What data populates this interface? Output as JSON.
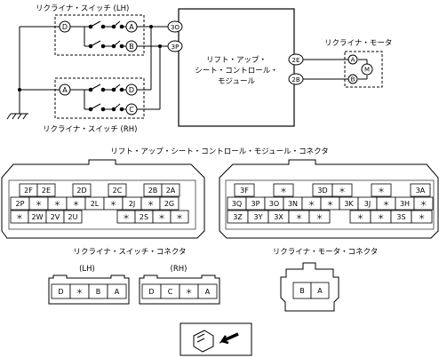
{
  "schematic": {
    "lh_switch_title": "リクライナ・スイッチ (LH)",
    "rh_switch_title": "リクライナ・スイッチ (RH)",
    "lh_pins": [
      "D",
      "A",
      "B"
    ],
    "rh_pins": [
      "A",
      "D",
      "C"
    ],
    "module_label_lines": [
      "リフト・アップ・",
      "シート・コントロール・",
      "モジュール"
    ],
    "module_pins_left": [
      "3O",
      "3P"
    ],
    "module_pins_right": [
      "2E",
      "2B"
    ],
    "motor_title": "リクライナ・モータ",
    "motor_pins": [
      "A",
      "B"
    ],
    "motor_symbol": "M"
  },
  "module_connector": {
    "title": "リフト・アップ・シート・コントロール・モジュール・コネクタ",
    "left_row1": [
      "2F",
      "2E",
      "",
      "2D",
      "",
      "2C",
      "",
      "2B",
      "2A"
    ],
    "left_row2": [
      "2P",
      "＊",
      "＊",
      "＊",
      "2L",
      "＊",
      "2J",
      "＊",
      "2G"
    ],
    "left_row3": [
      "＊",
      "2W",
      "2V",
      "2U",
      "",
      "",
      "＊",
      "2S",
      "＊",
      "＊"
    ],
    "right_row1": [
      "3F",
      "",
      "＊",
      "",
      "3D",
      "＊",
      "",
      "＊",
      "",
      "3A"
    ],
    "right_row2": [
      "3Q",
      "3P",
      "3O",
      "3N",
      "＊",
      "＊",
      "3K",
      "3J",
      "＊",
      "3H",
      "＊"
    ],
    "right_row3": [
      "3Z",
      "3Y",
      "3X",
      "＊",
      "＊",
      "",
      "＊",
      "＊",
      "3S",
      "＊"
    ]
  },
  "switch_connector": {
    "title": "リクライナ・スイッチ・コネクタ",
    "lh_label": "(LH)",
    "rh_label": "(RH)",
    "lh_cells": [
      "D",
      "＊",
      "B",
      "A"
    ],
    "rh_cells": [
      "D",
      "C",
      "＊",
      "A"
    ]
  },
  "motor_connector": {
    "title": "リクライナ・モータ・コネクタ",
    "cells": [
      "B",
      "A"
    ]
  },
  "legend_icon": "connector-view-direction-icon"
}
